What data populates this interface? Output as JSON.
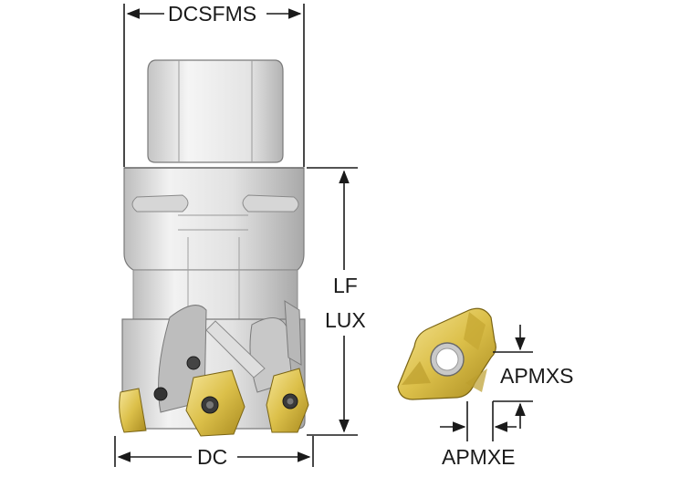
{
  "dimensions": {
    "top": "DCSFMS",
    "right_upper": "LF",
    "right_lower": "LUX",
    "bottom": "DC",
    "insert_height": "APMXS",
    "insert_width": "APMXE"
  },
  "colors": {
    "steel_light": "#e9e9e9",
    "steel_mid": "#cfcfcf",
    "steel_dark": "#9b9b9b",
    "gold_light": "#f4e08a",
    "gold": "#d7ba3f",
    "gold_dark": "#a88a1e",
    "line": "#1a1a1a"
  }
}
